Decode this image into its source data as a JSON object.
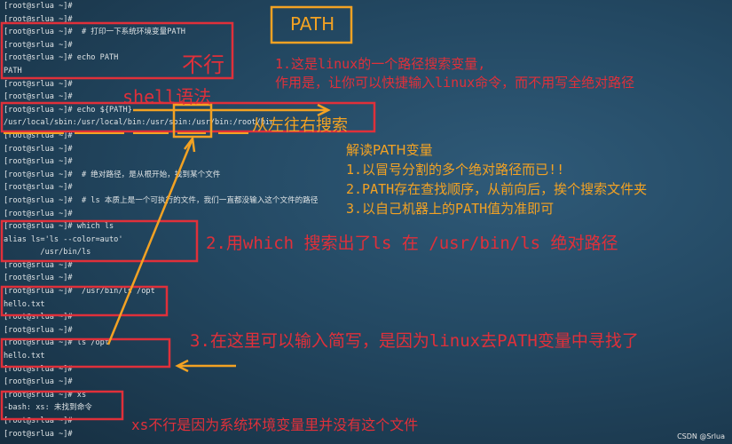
{
  "terminal": {
    "lines": [
      "[root@srlua ~]#",
      "[root@srlua ~]#",
      "[root@srlua ~]#  # 打印一下系统环境变量PATH",
      "[root@srlua ~]#",
      "[root@srlua ~]# echo PATH",
      "PATH",
      "[root@srlua ~]#",
      "[root@srlua ~]#",
      "[root@srlua ~]# echo ${PATH}",
      "/usr/local/sbin:/usr/local/bin:/usr/sbin:/usr/bin:/root/bin",
      "[root@srlua ~]#",
      "[root@srlua ~]#",
      "[root@srlua ~]#",
      "[root@srlua ~]#  # 绝对路径，是从根开始，找到某个文件",
      "[root@srlua ~]#",
      "[root@srlua ~]#  # ls 本质上是一个可执行的文件，我们一直都没输入这个文件的路径",
      "[root@srlua ~]#",
      "[root@srlua ~]# which ls",
      "alias ls='ls --color=auto'",
      "        /usr/bin/ls",
      "[root@srlua ~]#",
      "[root@srlua ~]#",
      "[root@srlua ~]#  /usr/bin/ls /opt",
      "hello.txt",
      "[root@srlua ~]#",
      "[root@srlua ~]#",
      "[root@srlua ~]# ls /opt",
      "hello.txt",
      "[root@srlua ~]#",
      "[root@srlua ~]#",
      "[root@srlua ~]# xs",
      "-bash: xs: 未找到命令",
      "[root@srlua ~]#",
      "[root@srlua ~]#"
    ]
  },
  "annotations": {
    "path_title": "PATH",
    "not_work": "不行",
    "note1_line1": "1.这是linux的一个路径搜索变量,",
    "note1_line2": "作用是，让你可以快捷输入linux命令，而不用写全绝对路径",
    "shell_syntax": "shell语法",
    "left_to_right": "从左往右搜索",
    "interpret_title": "解读PATH变量",
    "interpret_items": [
      "1.以冒号分割的多个绝对路径而已!!",
      "2.PATH存在查找顺序，从前向后，挨个搜索文件夹",
      "3.以自己机器上的PATH值为准即可"
    ],
    "note2": "2.用which 搜索出了ls 在 /usr/bin/ls 绝对路径",
    "note3": "3.在这里可以输入简写，是因为linux去PATH变量中寻找了",
    "note_xs": "xs不行是因为系统环境变量里并没有这个文件"
  },
  "watermark": "CSDN @Srlua",
  "colors": {
    "red": "#e0303a",
    "orange": "#f3a223",
    "background": "#234862"
  }
}
